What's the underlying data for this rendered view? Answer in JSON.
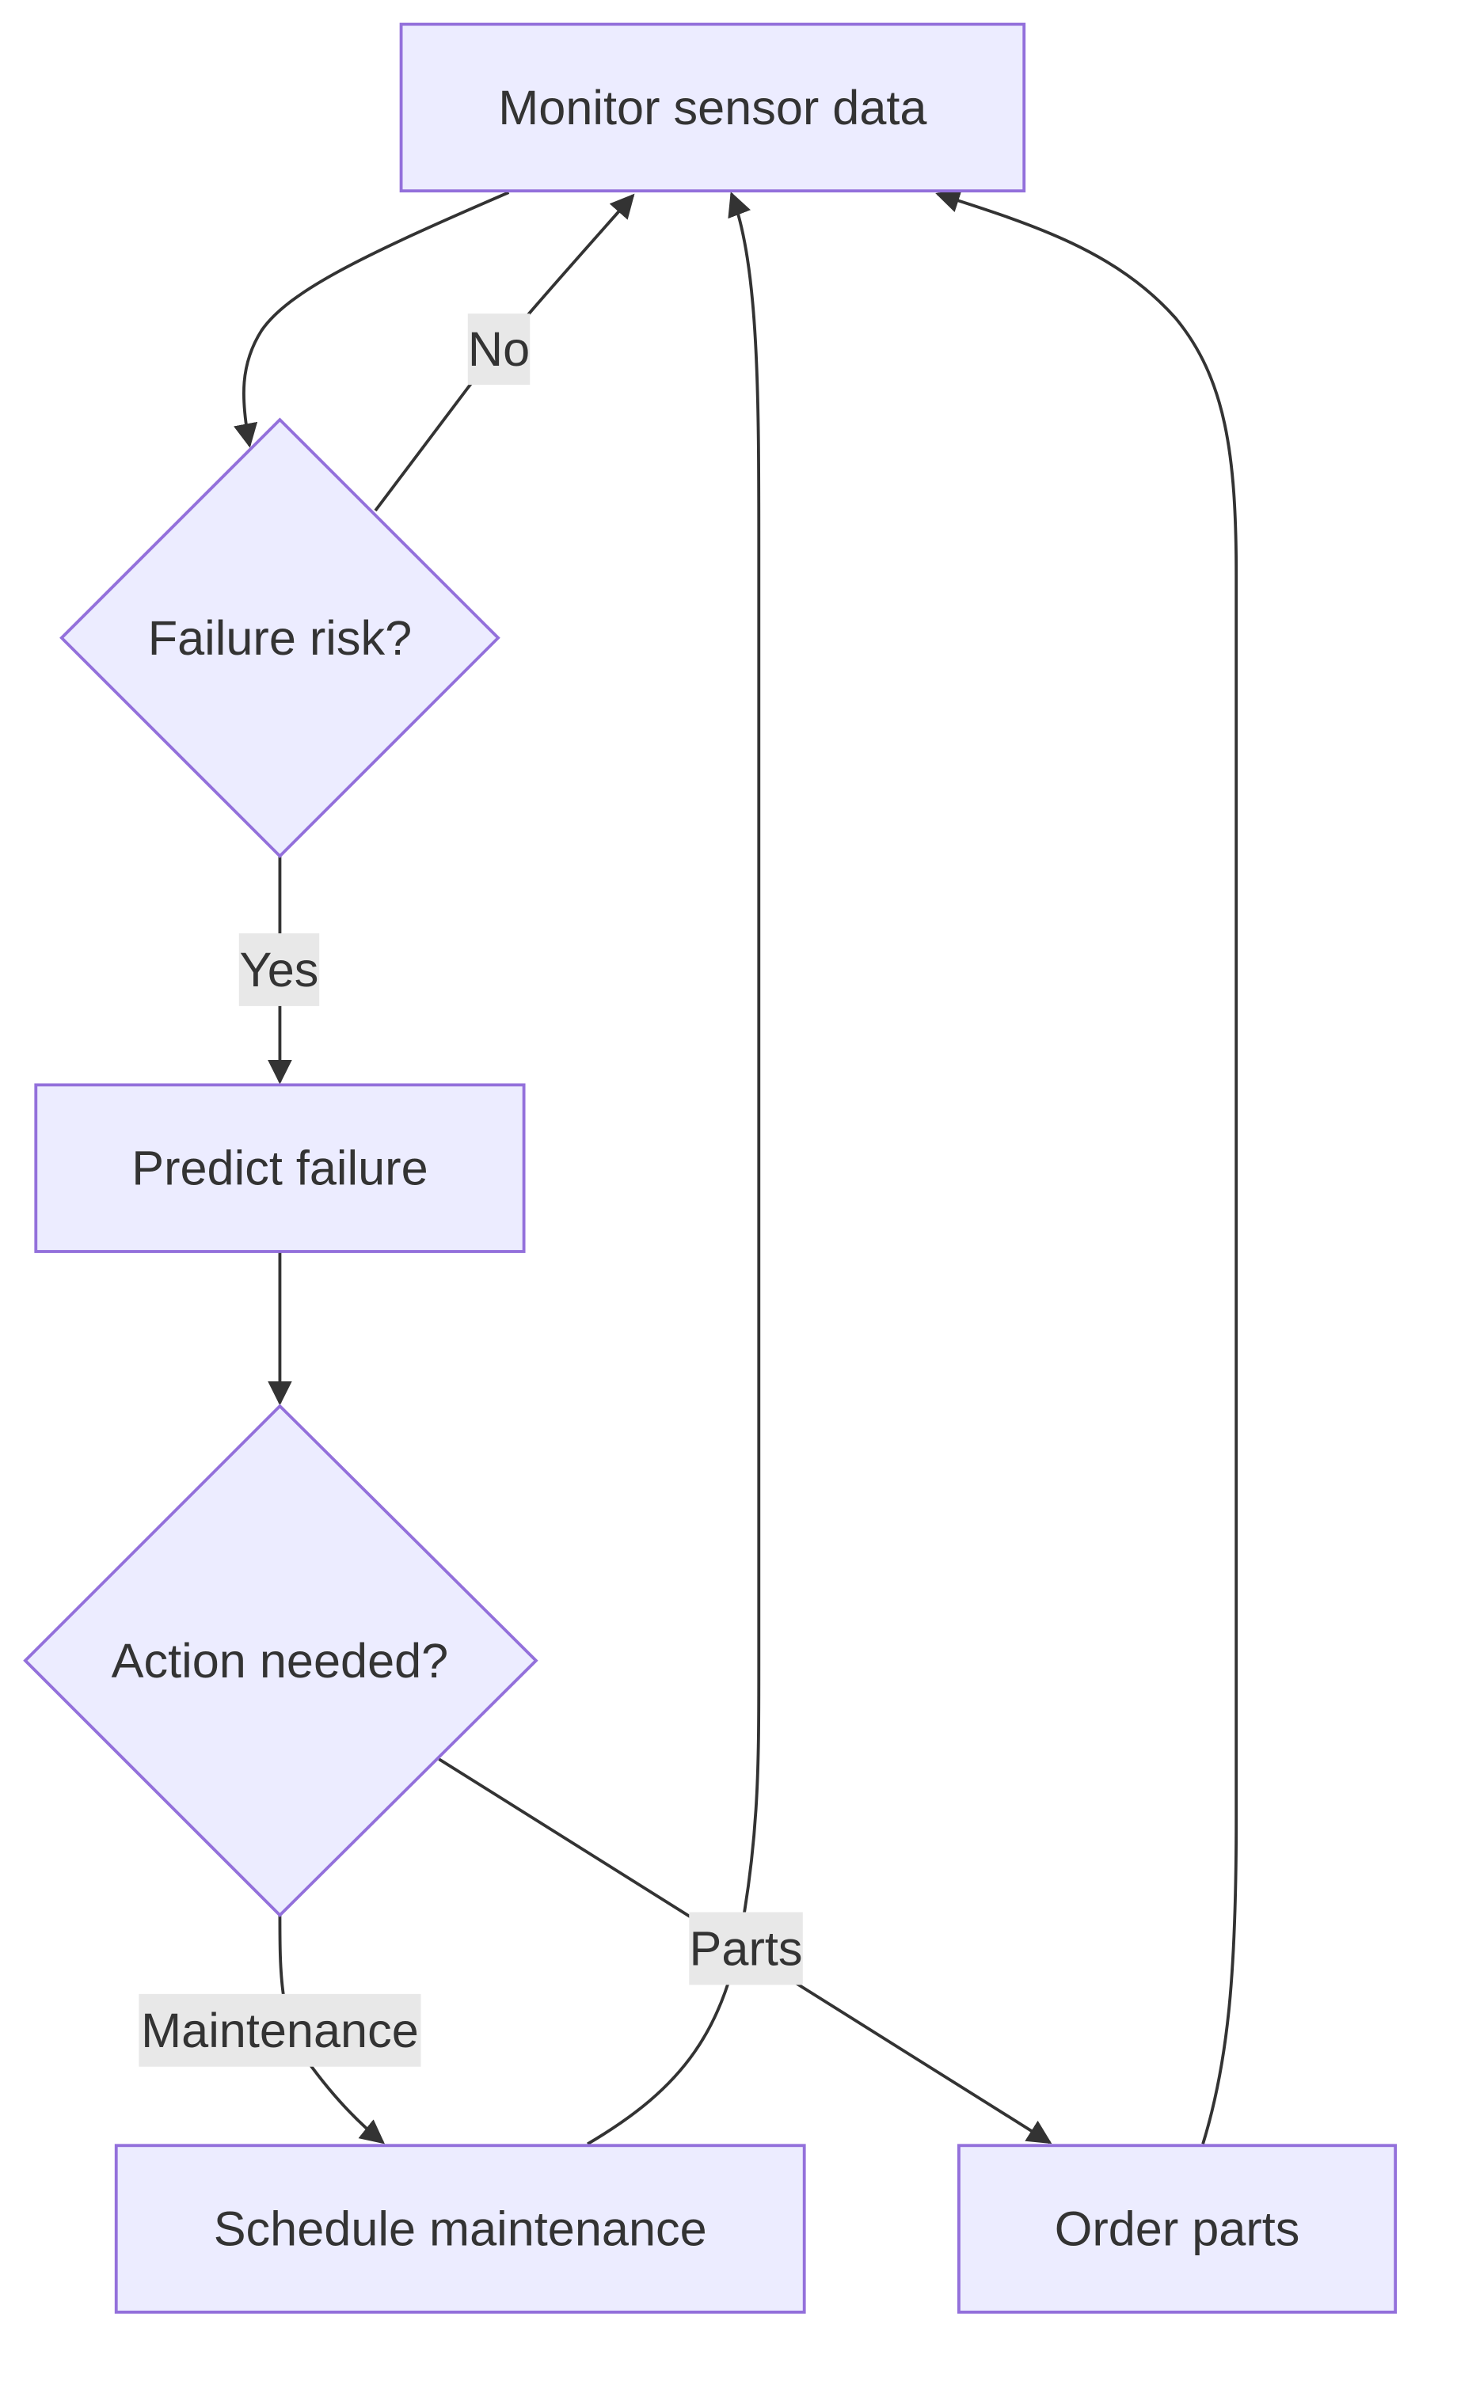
{
  "diagram": {
    "nodes": {
      "monitor": {
        "label": "Monitor sensor data",
        "shape": "rect"
      },
      "risk": {
        "label": "Failure risk?",
        "shape": "diamond"
      },
      "predict": {
        "label": "Predict failure",
        "shape": "rect"
      },
      "action": {
        "label": "Action needed?",
        "shape": "diamond"
      },
      "schedule": {
        "label": "Schedule maintenance",
        "shape": "rect"
      },
      "order": {
        "label": "Order parts",
        "shape": "rect"
      }
    },
    "edges": [
      {
        "from": "monitor",
        "to": "risk",
        "label": ""
      },
      {
        "from": "risk",
        "to": "monitor",
        "label": "No"
      },
      {
        "from": "risk",
        "to": "predict",
        "label": "Yes"
      },
      {
        "from": "predict",
        "to": "action",
        "label": ""
      },
      {
        "from": "action",
        "to": "schedule",
        "label": "Maintenance"
      },
      {
        "from": "action",
        "to": "order",
        "label": "Parts"
      },
      {
        "from": "schedule",
        "to": "monitor",
        "label": ""
      },
      {
        "from": "order",
        "to": "monitor",
        "label": ""
      }
    ],
    "colors": {
      "node_fill": "#ECECFF",
      "node_stroke": "#9370DB",
      "edge": "#333333",
      "label_bg": "#E8E8E8",
      "text": "#333333"
    }
  }
}
